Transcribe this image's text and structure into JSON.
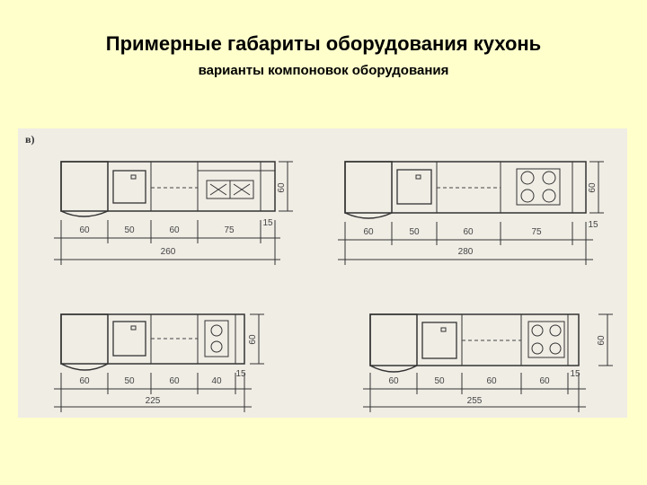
{
  "header": {
    "title": "Примерные габариты оборудования кухонь",
    "subtitle": "варианты компоновок оборудования"
  },
  "figure": {
    "label": "в)",
    "layouts": [
      {
        "name": "layout-top-left",
        "segments": [
          "60",
          "50",
          "60",
          "75",
          "15"
        ],
        "total": "260",
        "depth": "60"
      },
      {
        "name": "layout-top-right",
        "segments": [
          "60",
          "50",
          "60",
          "75",
          "15"
        ],
        "total": "280",
        "depth": "60"
      },
      {
        "name": "layout-bottom-left",
        "segments": [
          "60",
          "50",
          "60",
          "40",
          "15"
        ],
        "total": "225",
        "depth": "60"
      },
      {
        "name": "layout-bottom-right",
        "segments": [
          "60",
          "50",
          "60",
          "60",
          "15"
        ],
        "total": "255",
        "depth": "60"
      }
    ]
  }
}
